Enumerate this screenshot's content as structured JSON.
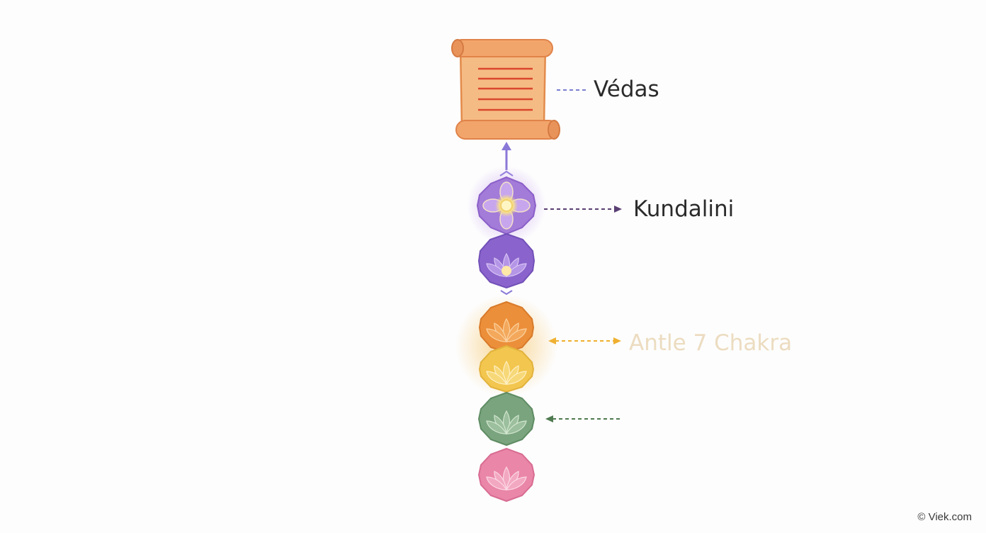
{
  "labels": {
    "vedas": "Védas",
    "kundalini": "Kundalini",
    "chakra": "Antle 7 Chakra"
  },
  "watermark": "© Viek.com",
  "icons": {
    "scroll": "scroll-icon",
    "chakras": [
      "crown-chakra-icon",
      "third-eye-chakra-icon",
      "sacral-chakra-icon",
      "solar-plexus-chakra-icon",
      "heart-chakra-icon",
      "root-chakra-icon"
    ]
  },
  "colors": {
    "scroll": "#f3b77e",
    "scroll_lines": "#d9472f",
    "crown": "#a37bd8",
    "third_eye": "#8a64cc",
    "sacral": "#ec8f3a",
    "solar_plexus": "#f2c64f",
    "heart": "#7aa47e",
    "root": "#ea86a8",
    "connector_vedas": "#7a7fd0",
    "connector_kundalini": "#5a3f73",
    "connector_chakra": "#efb02f",
    "connector_heart": "#4f7a50"
  }
}
